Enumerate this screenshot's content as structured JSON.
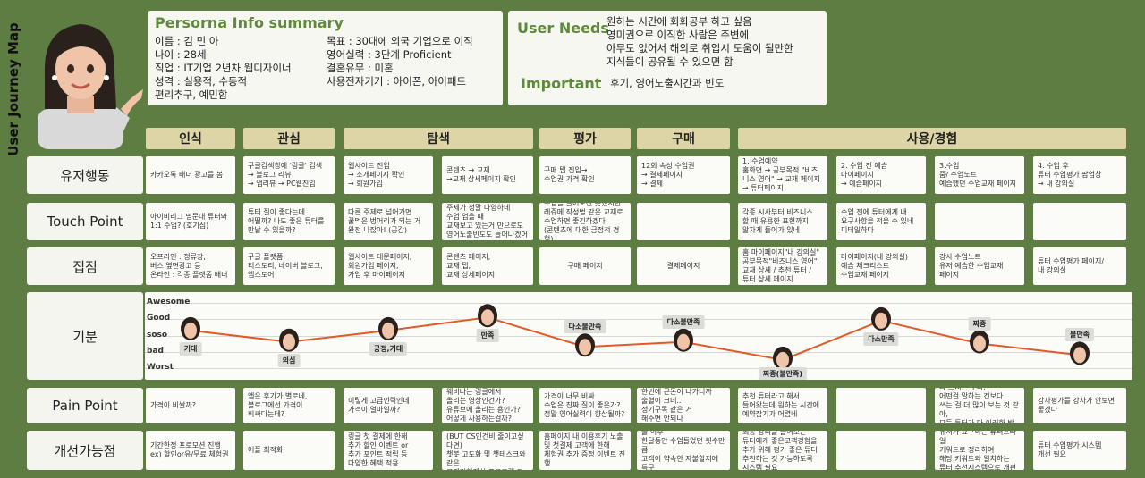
{
  "side_title": "User Journey Map",
  "persona": {
    "title": "Persorna Info summary",
    "left_lines": [
      "이름 : 김 민 아",
      "나이 : 28세",
      "직업 : IT기업 2년차 웹디자이너",
      "성격 : 실용적, 수동적",
      "편리추구, 예민함"
    ],
    "right_lines": [
      "목표 : 30대에 외국 기업으로 이직",
      "영어실력 : 3단계 Proficient",
      "결혼유무 : 미혼",
      "사용전자기기 :  아이폰, 아이패드"
    ]
  },
  "needs": {
    "label": "User Needs",
    "lines": [
      "원하는 시간에 회화공부 하고 싶음",
      "영미권으로 이직한 사람은 주변에",
      "아무도 없어서 해외로 취업시 도움이 될만한",
      "지식들이 공유될 수 있으면 함"
    ],
    "important_label": "Important",
    "important_text": "후기, 영어노출시간과 빈도"
  },
  "stages": [
    "인식",
    "관심",
    "탐색",
    "평가",
    "구매",
    "사용/경험"
  ],
  "rows": {
    "user_action": "유저행동",
    "touch_point": "Touch Point",
    "contact": "접점",
    "mood": "기분",
    "pain_point": "Pain Point",
    "improvement": "개선가능점"
  },
  "cells": {
    "user_action": [
      "카카오톡 배너 광고를 봄",
      "구글검색창에 '링글' 검색\n→ 블로그 리뷰\n→ 앱리뷰 → PC웹진입",
      "웹사이트 진입\n→ 소개페이지 확인\n→ 회원가입",
      "콘텐츠 → 교재\n→교재 상세페이지 확인",
      "구매 탭 진입→\n수업권 가격 확인",
      "12회 속성 수업권\n→ 결제페이지\n→ 결제",
      "1. 수업예약\n홈화면 → 공부목적 \"비즈니스 영어\" → 교재 페이지 → 튜터페이지",
      "2. 수업 전 예습\n마이페이지\n→ 예습페이지",
      "3.수업\n줌/ 수업노트\n예습했던 수업교재 페이지",
      "4. 수업 후\n튜터 수업평가 팝업창\n→ 내 강의실"
    ],
    "touch_point": [
      "아이비리그 명문대 튜터와\n1:1 수업? (호기심)",
      "튜터 질이 좋다는데\n어떨까? 나도 좋은 튜터를\n만날 수 있을까?",
      "다른 주제로 넘어가면\n꿀먹은 벙어리가 되는 거\n완전 나잖아! (공감)",
      "주제가 정말 다양하네\n수업 업을 때\n교재보고 있는거 만으로도\n영어노출빈도도 늘어나겠어",
      "수업을 들어보진 못했지만\n레쥬메 작성법 같은 교재로\n수업하면 좋긴하겠다\n(콘텐츠에 대한 긍정적 경험)",
      "",
      "각종 시사부터 비즈니스\n할 때 유용한 표현까지\n알차게 들어가 있네",
      "수업 전에 튜터에게 내\n요구사항을 적을 수 있네\n디테일하다",
      "",
      ""
    ],
    "contact": [
      "오프라인 : 정류장,\n버스 옆면광고 등\n온라인 : 각종 플랫폼 배너",
      "구글 플랫폼,\n티스토리, 네이버 블로그,\n앱스토어",
      "웹사이트 대문페이지,\n회원가입 페이지,\n가입 후 마이페이지",
      "콘텐츠 페이지,\n교재 탭,\n교재 상세페이지",
      "구매 페이지",
      "결제페이지",
      "홈 마이페이지\"내 강의실\"\n공부목적\"비즈니스 영어\"\n교재 상세 / 추천 튜터 /\n튜터 상세 페이지",
      "마이페이지(내 강의실)\n예습 체크리스트\n수업교재 페이지",
      "강사 수업노트\n유저 예습한 수업교재\n페이지",
      "튜터 수업평가 페이지/\n내 강의실"
    ],
    "pain_point": [
      "가격이 비쌀까?",
      "앱은 후기가 별로네,\n블로그에선 가격이\n비싸다는데?",
      "이렇게 고급인력인데\n가격이 얼마일까?",
      "웨비나는 링글에서\n올리는 영상인건가?\n유튜브에 올리는 용인가?\n어떻게 사용하는걸까?",
      "가격이 너무 비싸\n수업은 진짜 질이 좋은가?\n정말 영어실력이 향상될까?",
      "한번에 큰돈이 나가니까\n출혈이 크네..\n정기구독 같은 거\n해주면 안되나",
      "추천 튜터라고 해서\n들어왔는데 원하는 시간에\n예약잡기가 어렵네",
      "",
      "수업노트에 말했던 내용을\n다 쓰시는 구나,\n어떤걸 말하는 건보다\n쓰는 걸 더 많이 보는 것 같아,\n모든 튜터가 다 이러한 방정식?",
      "강사평가를 강사가 안보면\n좋겠다"
    ],
    "improvement": [
      "기간한정 프로모션 진행\nex) 할인or유/무료 체험권",
      "어플 최적화",
      "링글 첫 결제에 한해\n추가 할인 이벤트 or\n추가 포인트 적립 등\n다양한 혜택 적용",
      "고객상담창구 노출빈도 높이기\n(BUT CS인건비 줄이고싶다면)\n챗봇 고도화 및 챗테스크와 같은\n고객경험개선 프로그램 도입",
      "홈페이지 내 이용후기 노출\n및 첫결제 고객에 한해\n체험권 추가 증정 이벤트 진행",
      "수업 이용을 경험한 신규도 결제\n→ 처음 일정한 기간이용 지불 이후\n한달동안 수업들었던 횟수만큼\n고객이 약속한 자불할지에 특구\n시스템 추가 신설 / 일부 고객에게\n제공(선을 충돌 고려)",
      "최종 강의를 들어보는\n튜터에게 좋은고객경험을\n추가 위해 평가 좋은 튜터\n추천하는 것 가능하도록\n시스템 필요",
      "",
      "유저가 요구하는 튜터스타일\n키워드로 정리하여\n해당 키워드와 일치하는\n튜터 추천시스템으로 개편",
      "튜터 수업평가 시스템\n개선 필요"
    ]
  },
  "mood": {
    "levels": [
      "Awesome",
      "Good",
      "soso",
      "bad",
      "Worst"
    ],
    "points": [
      {
        "label": "기대",
        "value": 2.3
      },
      {
        "label": "의심",
        "value": 1.6
      },
      {
        "label": "궁정,기대",
        "value": 2.3
      },
      {
        "label": "만족",
        "value": 3.1
      },
      {
        "label": "다소불만족",
        "value": 1.3
      },
      {
        "label": "다소불만족",
        "value": 1.6
      },
      {
        "label": "짜증(불만족)",
        "value": 0.5
      },
      {
        "label": "다소만족",
        "value": 2.9
      },
      {
        "label": "짜증",
        "value": 1.5
      },
      {
        "label": "불만족",
        "value": 0.8
      }
    ],
    "line_color": "#e35a2a"
  }
}
